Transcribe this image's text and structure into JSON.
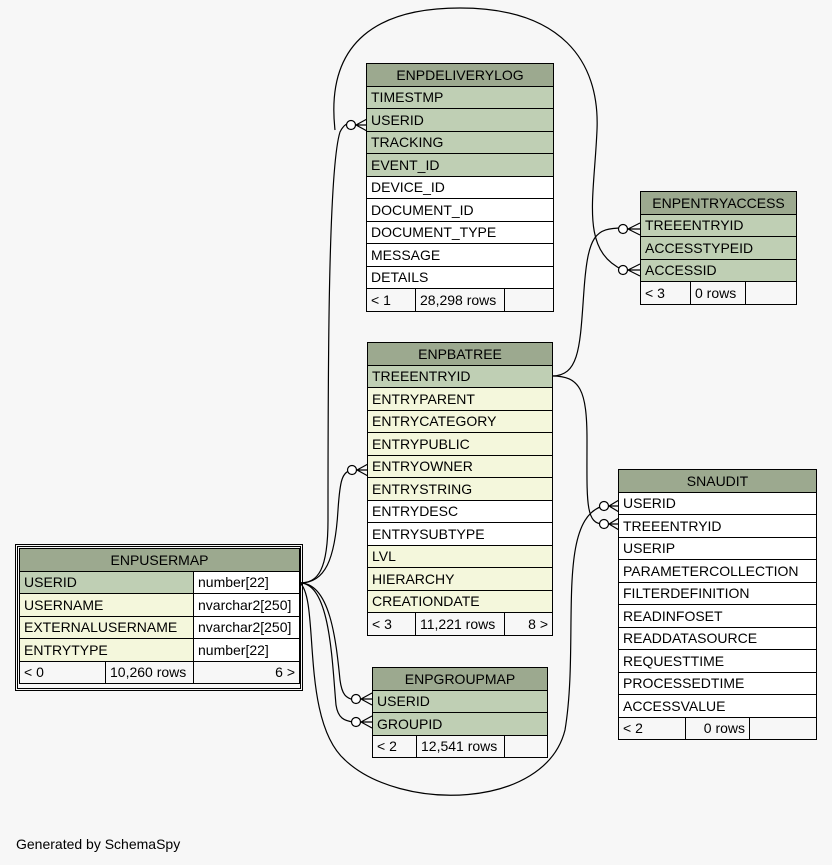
{
  "diagram": {
    "credit": "Generated by SchemaSpy",
    "tables": {
      "enpdeliverylog": {
        "name": "ENPDELIVERYLOG",
        "columns": [
          "TIMESTMP",
          "USERID",
          "TRACKING",
          "EVENT_ID",
          "DEVICE_ID",
          "DOCUMENT_ID",
          "DOCUMENT_TYPE",
          "MESSAGE",
          "DETAILS"
        ],
        "footer": [
          "< 1",
          "28,298 rows",
          ""
        ]
      },
      "enpentryaccess": {
        "name": "ENPENTRYACCESS",
        "columns": [
          "TREEENTRYID",
          "ACCESSTYPEID",
          "ACCESSID"
        ],
        "footer": [
          "< 3",
          "0 rows",
          ""
        ]
      },
      "enpbatree": {
        "name": "ENPBATREE",
        "columns": [
          "TREEENTRYID",
          "ENTRYPARENT",
          "ENTRYCATEGORY",
          "ENTRYPUBLIC",
          "ENTRYOWNER",
          "ENTRYSTRING",
          "ENTRYDESC",
          "ENTRYSUBTYPE",
          "LVL",
          "HIERARCHY",
          "CREATIONDATE"
        ],
        "footer": [
          "< 3",
          "11,221 rows",
          "8 >"
        ]
      },
      "snaudit": {
        "name": "SNAUDIT",
        "columns": [
          "USERID",
          "TREEENTRYID",
          "USERIP",
          "PARAMETERCOLLECTION",
          "FILTERDEFINITION",
          "READINFOSET",
          "READDATASOURCE",
          "REQUESTTIME",
          "PROCESSEDTIME",
          "ACCESSVALUE"
        ],
        "footer": [
          "< 2",
          "0 rows",
          ""
        ]
      },
      "enpusermap": {
        "name": "ENPUSERMAP",
        "columns": [
          {
            "name": "USERID",
            "type": "number[22]"
          },
          {
            "name": "USERNAME",
            "type": "nvarchar2[250]"
          },
          {
            "name": "EXTERNALUSERNAME",
            "type": "nvarchar2[250]"
          },
          {
            "name": "ENTRYTYPE",
            "type": "number[22]"
          }
        ],
        "footer": [
          "< 0",
          "10,260 rows",
          "6 >"
        ]
      },
      "enpgroupmap": {
        "name": "ENPGROUPMAP",
        "columns": [
          "USERID",
          "GROUPID"
        ],
        "footer": [
          "< 2",
          "12,541 rows",
          ""
        ]
      }
    }
  }
}
